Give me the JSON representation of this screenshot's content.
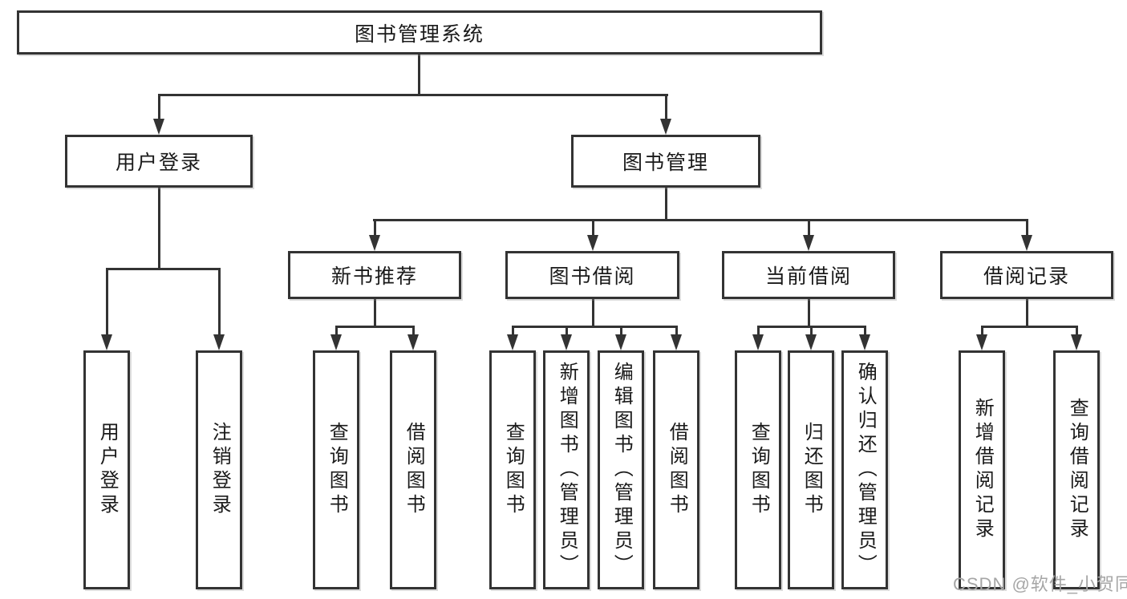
{
  "tree": {
    "root": "图书管理系统",
    "branches": [
      {
        "label": "用户登录",
        "children": [
          "用户登录",
          "注销登录"
        ]
      },
      {
        "label": "图书管理",
        "groups": [
          {
            "label": "新书推荐",
            "children": [
              "查询图书",
              "借阅图书"
            ]
          },
          {
            "label": "图书借阅",
            "children": [
              "查询图书",
              "新增图书（管理员）",
              "编辑图书（管理员）",
              "借阅图书"
            ]
          },
          {
            "label": "当前借阅",
            "children": [
              "查询图书",
              "归还图书",
              "确认归还（管理员）"
            ]
          },
          {
            "label": "借阅记录",
            "children": [
              "新增借阅记录",
              "查询借阅记录"
            ]
          }
        ]
      }
    ]
  },
  "watermark": "CSDN @软件_小贺同学",
  "colors": {
    "line": "#333333",
    "text": "#1a1a1a",
    "watermark": "#a6a6a6",
    "background": "#ffffff"
  }
}
